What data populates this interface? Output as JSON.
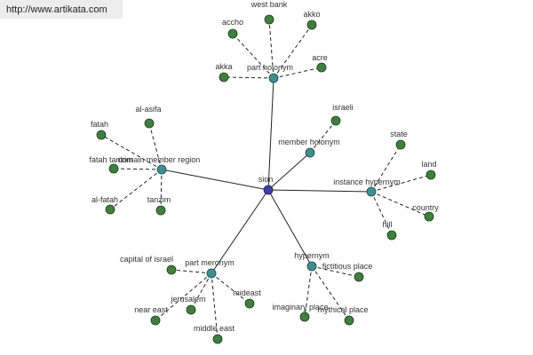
{
  "watermark": "http://www.artikata.com",
  "colors": {
    "center": "#3f3f9f",
    "hub": "#3f8f8f",
    "leaf": "#3f7f3f",
    "stroke": "#222222"
  },
  "center": {
    "label": "sion"
  },
  "hubs": [
    {
      "id": "part-holonym",
      "label": "part holonym"
    },
    {
      "id": "domain-member-region",
      "label": "domain member region"
    },
    {
      "id": "member-holonym",
      "label": "member holonym"
    },
    {
      "id": "instance-hypernym",
      "label": "instance hypernym"
    },
    {
      "id": "part-meronym",
      "label": "part meronym"
    },
    {
      "id": "hypernym",
      "label": "hypernym"
    }
  ],
  "leaves": [
    {
      "label": "west bank",
      "hub": "part-holonym"
    },
    {
      "label": "accho",
      "hub": "part-holonym"
    },
    {
      "label": "akko",
      "hub": "part-holonym"
    },
    {
      "label": "akka",
      "hub": "part-holonym"
    },
    {
      "label": "acre",
      "hub": "part-holonym"
    },
    {
      "label": "al-asifa",
      "hub": "domain-member-region"
    },
    {
      "label": "fatah",
      "hub": "domain-member-region"
    },
    {
      "label": "fatah tanzim",
      "hub": "domain-member-region"
    },
    {
      "label": "al-fatah",
      "hub": "domain-member-region"
    },
    {
      "label": "tanzim",
      "hub": "domain-member-region"
    },
    {
      "label": "israeli",
      "hub": "member-holonym"
    },
    {
      "label": "state",
      "hub": "instance-hypernym"
    },
    {
      "label": "land",
      "hub": "instance-hypernym"
    },
    {
      "label": "country",
      "hub": "instance-hypernym"
    },
    {
      "label": "hill",
      "hub": "instance-hypernym"
    },
    {
      "label": "capital of israel",
      "hub": "part-meronym"
    },
    {
      "label": "jerusalem",
      "hub": "part-meronym"
    },
    {
      "label": "mideast",
      "hub": "part-meronym"
    },
    {
      "label": "near east",
      "hub": "part-meronym"
    },
    {
      "label": "middle east",
      "hub": "part-meronym"
    },
    {
      "label": "fictitious place",
      "hub": "hypernym"
    },
    {
      "label": "imaginary place",
      "hub": "hypernym"
    },
    {
      "label": "mythical place",
      "hub": "hypernym"
    }
  ]
}
